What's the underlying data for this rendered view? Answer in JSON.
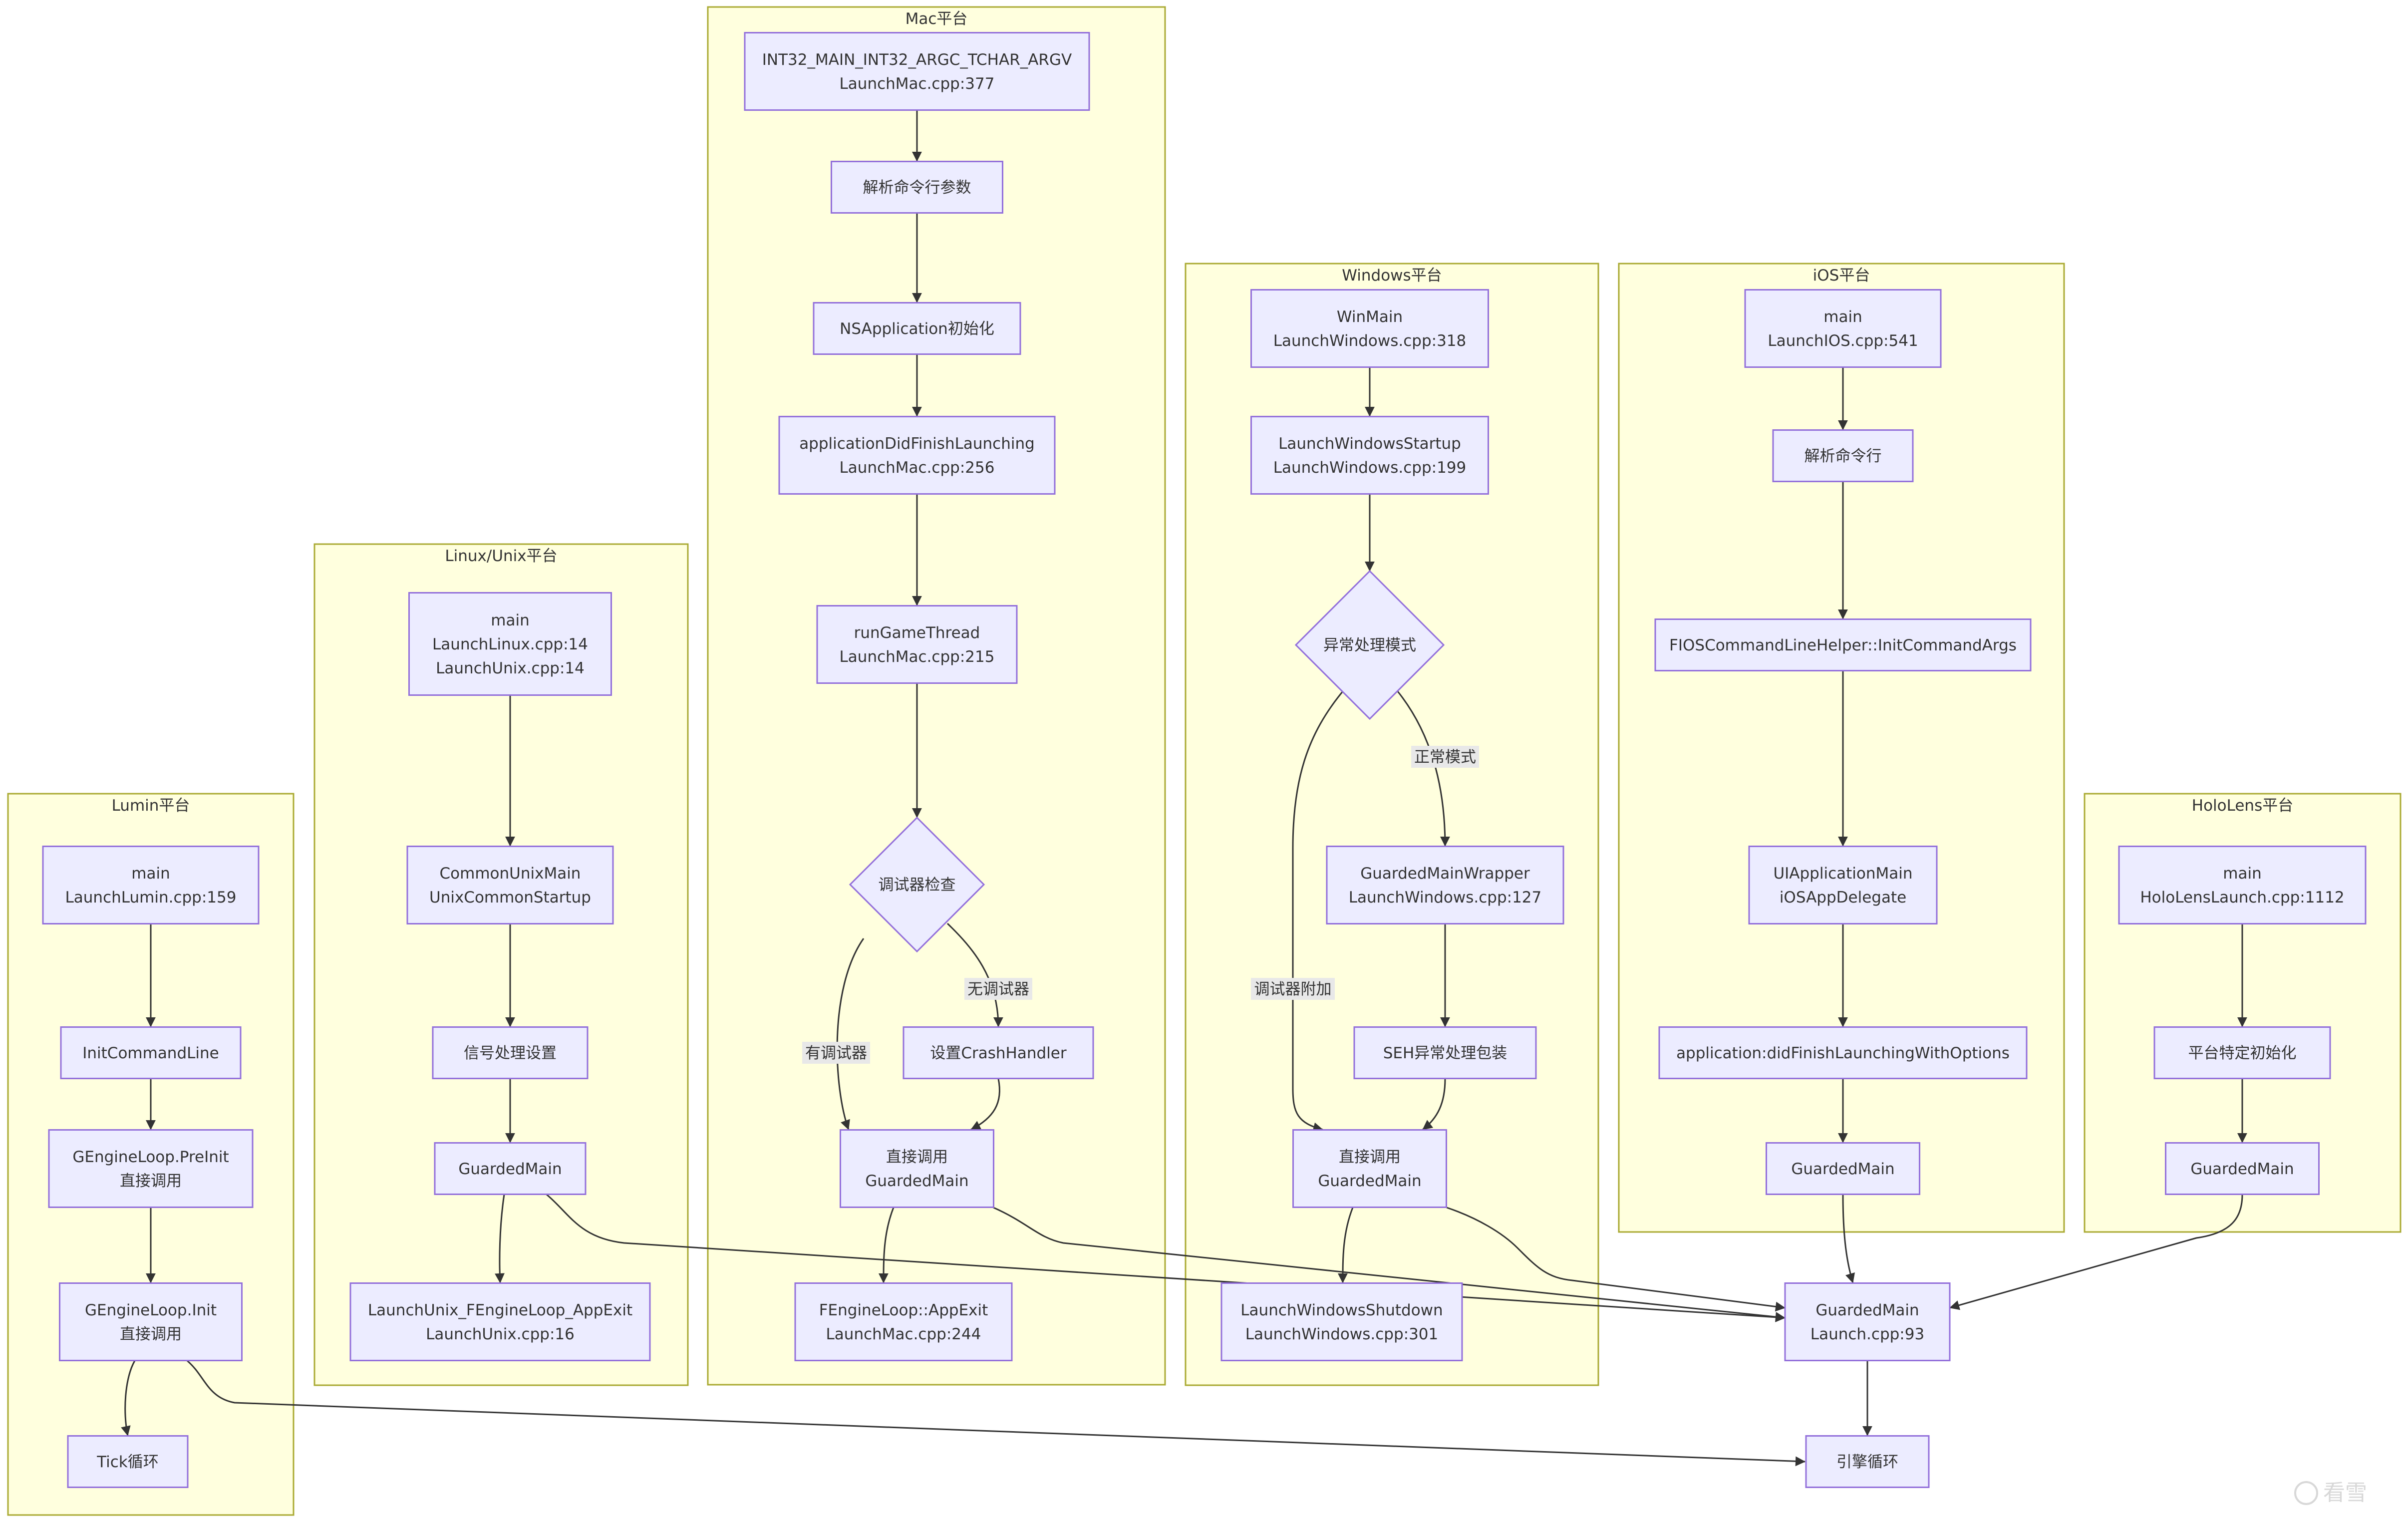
{
  "subgraphs": {
    "lumin": "Lumin平台",
    "linux": "Linux/Unix平台",
    "mac": "Mac平台",
    "windows": "Windows平台",
    "ios": "iOS平台",
    "hololens": "HoloLens平台"
  },
  "nodes": {
    "lumin_main": [
      "main",
      "LaunchLumin.cpp:159"
    ],
    "lumin_initcmd": [
      "InitCommandLine"
    ],
    "lumin_preinit": [
      "GEngineLoop.PreInit",
      "直接调用"
    ],
    "lumin_init": [
      "GEngineLoop.Init",
      "直接调用"
    ],
    "lumin_tick": [
      "Tick循环"
    ],
    "linux_main": [
      "main",
      "LaunchLinux.cpp:14",
      "LaunchUnix.cpp:14"
    ],
    "linux_common": [
      "CommonUnixMain",
      "UnixCommonStartup"
    ],
    "linux_signal": [
      "信号处理设置"
    ],
    "linux_guarded": [
      "GuardedMain"
    ],
    "linux_exit": [
      "LaunchUnix_FEngineLoop_AppExit",
      "LaunchUnix.cpp:16"
    ],
    "mac_main": [
      "INT32_MAIN_INT32_ARGC_TCHAR_ARGV",
      "LaunchMac.cpp:377"
    ],
    "mac_parse": [
      "解析命令行参数"
    ],
    "mac_nsapp": [
      "NSApplication初始化"
    ],
    "mac_didfinish": [
      "applicationDidFinishLaunching",
      "LaunchMac.cpp:256"
    ],
    "mac_rungame": [
      "runGameThread",
      "LaunchMac.cpp:215"
    ],
    "mac_debug": [
      "调试器检查"
    ],
    "mac_crash": [
      "设置CrashHandler"
    ],
    "mac_direct": [
      "直接调用",
      "GuardedMain"
    ],
    "mac_exit": [
      "FEngineLoop::AppExit",
      "LaunchMac.cpp:244"
    ],
    "win_main": [
      "WinMain",
      "LaunchWindows.cpp:318"
    ],
    "win_startup": [
      "LaunchWindowsStartup",
      "LaunchWindows.cpp:199"
    ],
    "win_mode": [
      "异常处理模式"
    ],
    "win_wrapper": [
      "GuardedMainWrapper",
      "LaunchWindows.cpp:127"
    ],
    "win_seh": [
      "SEH异常处理包装"
    ],
    "win_direct": [
      "直接调用",
      "GuardedMain"
    ],
    "win_shutdown": [
      "LaunchWindowsShutdown",
      "LaunchWindows.cpp:301"
    ],
    "ios_main": [
      "main",
      "LaunchIOS.cpp:541"
    ],
    "ios_parse": [
      "解析命令行"
    ],
    "ios_initargs": [
      "FIOSCommandLineHelper::InitCommandArgs"
    ],
    "ios_uiapp": [
      "UIApplicationMain",
      "iOSAppDelegate"
    ],
    "ios_didfinish": [
      "application:didFinishLaunchingWithOptions"
    ],
    "ios_guarded": [
      "GuardedMain"
    ],
    "holo_main": [
      "main",
      "HoloLensLaunch.cpp:1112"
    ],
    "holo_init": [
      "平台特定初始化"
    ],
    "holo_guarded": [
      "GuardedMain"
    ],
    "guarded_main": [
      "GuardedMain",
      "Launch.cpp:93"
    ],
    "engine_loop": [
      "引擎循环"
    ]
  },
  "edge_labels": {
    "mac_has_debugger": "有调试器",
    "mac_no_debugger": "无调试器",
    "win_normal": "正常模式",
    "win_debugger": "调试器附加"
  },
  "watermark": "看雪",
  "colors": {
    "cluster_fill": "#ffffde",
    "cluster_stroke": "#aaaa33",
    "node_fill": "#ececff",
    "node_stroke": "#9370db",
    "edge": "#333333"
  }
}
